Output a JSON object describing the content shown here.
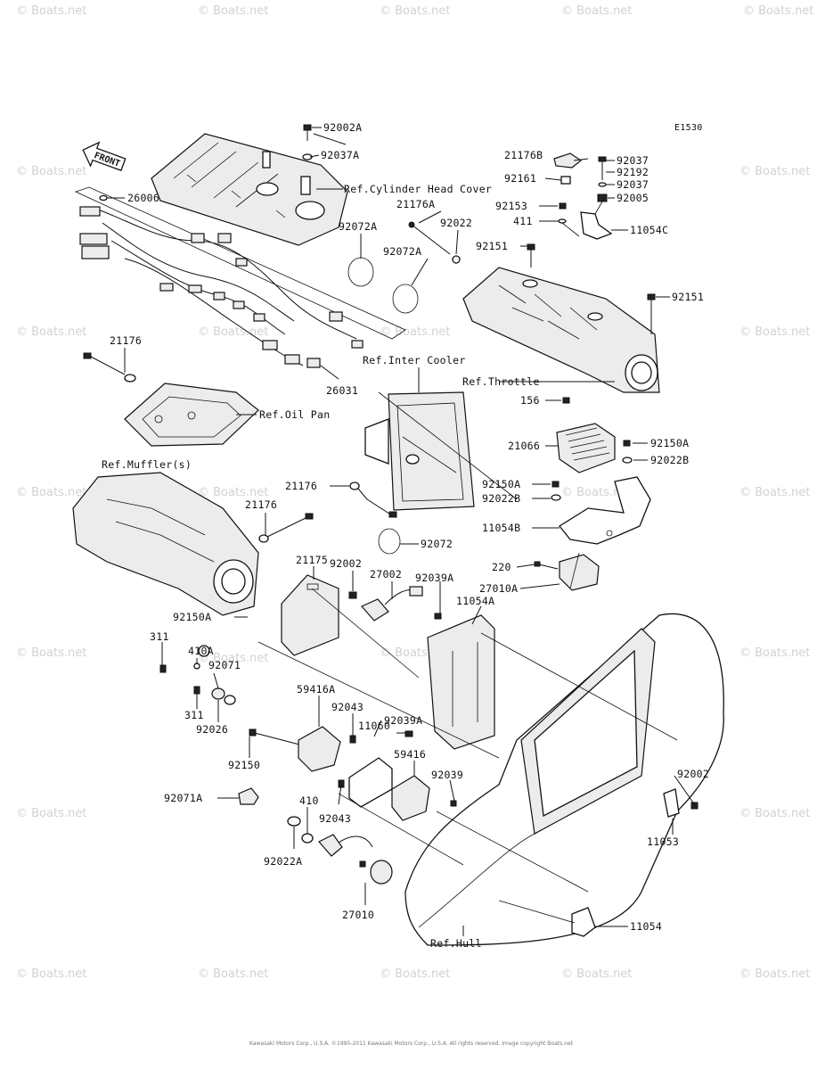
{
  "diagram_code": "E1530",
  "front_label": "FRONT",
  "watermark": "© Boats.net",
  "copyright": "Kawasaki Motors Corp., U.S.A. ©1995-2011 Kawasaki Motors Corp., U.S.A. All rights reserved. Image copyright Boats.net",
  "labels": {
    "p92002A": "92002A",
    "p92037A": "92037A",
    "refCyl": "Ref.Cylinder Head Cover",
    "p26006": "26006",
    "p21176A": "21176A",
    "p92022": "92022",
    "p92072A_1": "92072A",
    "p92072A_2": "92072A",
    "p21176B": "21176B",
    "p92161": "92161",
    "p92037_1": "92037",
    "p92192": "92192",
    "p92037_2": "92037",
    "p92005": "92005",
    "p92153": "92153",
    "p411": "411",
    "p11054C": "11054C",
    "p92151_1": "92151",
    "p92151_2": "92151",
    "p21176_1": "21176",
    "refInter": "Ref.Inter Cooler",
    "refThrottle": "Ref.Throttle",
    "p26031": "26031",
    "refOil": "Ref.Oil Pan",
    "p156": "156",
    "p21066": "21066",
    "p92150A_1": "92150A",
    "p92022B_1": "92022B",
    "refMuffler": "Ref.Muffler(s)",
    "p21176_2": "21176",
    "p92150A_2": "92150A",
    "p92022B_2": "92022B",
    "p21176_3": "21176",
    "p11054B": "11054B",
    "p92072": "92072",
    "p21175": "21175",
    "p92002_1": "92002",
    "p27002": "27002",
    "p92039A_1": "92039A",
    "p220": "220",
    "p27010A": "27010A",
    "p11054A": "11054A",
    "p92150A_3": "92150A",
    "p311_1": "311",
    "p410A": "410A",
    "p92071": "92071",
    "p311_2": "311",
    "p92026": "92026",
    "p92039A_2": "92039A",
    "p59416A": "59416A",
    "p92043_1": "92043",
    "p11060": "11060",
    "p92150": "92150",
    "p59416": "59416",
    "p92039": "92039",
    "p92002_2": "92002",
    "p92071A": "92071A",
    "p410": "410",
    "p92043_2": "92043",
    "p11053": "11053",
    "p92022A": "92022A",
    "p27010": "27010",
    "p11054": "11054",
    "refHull": "Ref.Hull"
  }
}
